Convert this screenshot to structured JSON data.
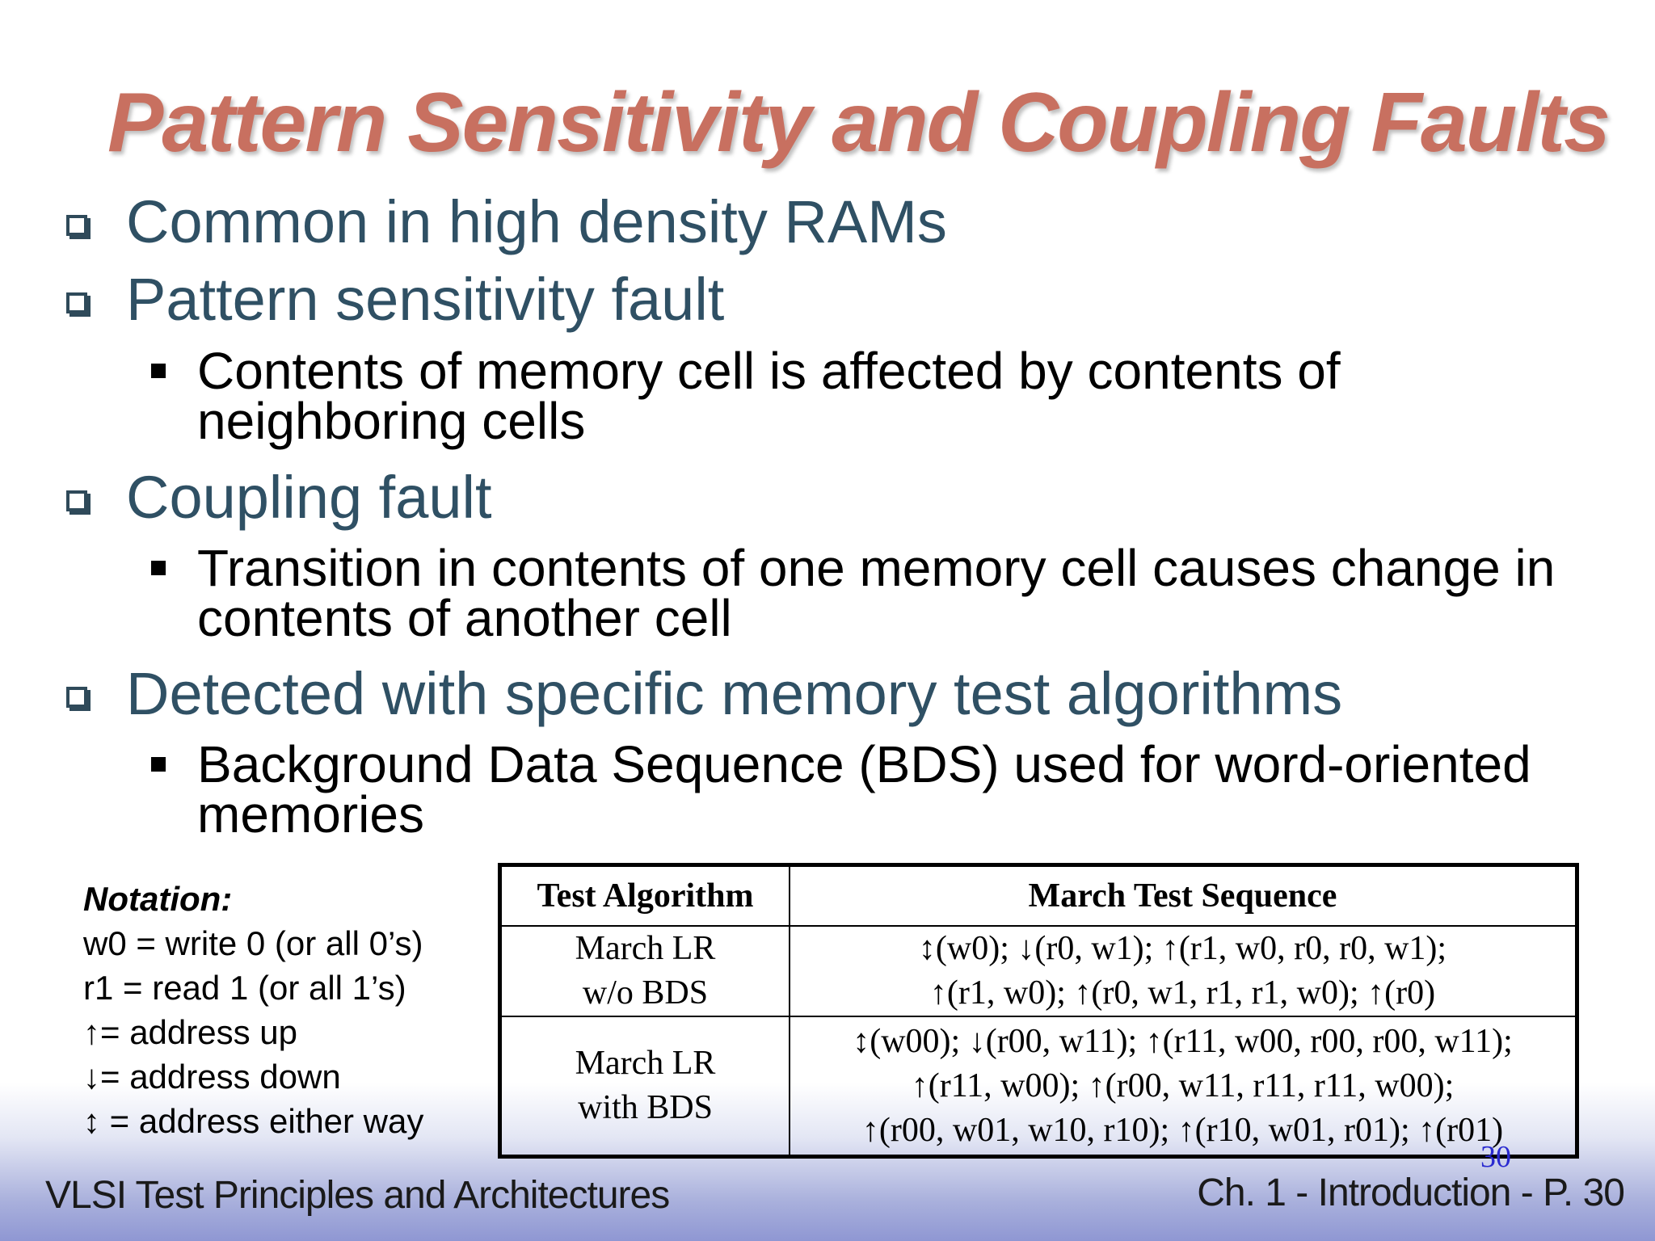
{
  "title": "Pattern Sensitivity and Coupling Faults",
  "bullets": [
    {
      "text": "Common in high density RAMs"
    },
    {
      "text": "Pattern sensitivity fault",
      "sub": "Contents of memory cell is affected by contents of neighboring cells"
    },
    {
      "text": "Coupling fault",
      "sub": "Transition in contents of one memory cell causes change in contents of another cell"
    },
    {
      "text": "Detected with specific memory test algorithms",
      "sub": "Background Data Sequence (BDS) used for word-oriented memories"
    }
  ],
  "notation": {
    "heading": "Notation:",
    "lines": [
      "w0 = write 0 (or all 0’s)",
      "r1 = read 1 (or all 1’s)",
      "↑= address up",
      "↓= address down",
      "↕ = address either way"
    ]
  },
  "table": {
    "headers": [
      "Test Algorithm",
      "March Test Sequence"
    ],
    "rows": [
      {
        "algorithm": [
          "March LR",
          "w/o BDS"
        ],
        "sequence": [
          "↕(w0); ↓(r0, w1); ↑(r1, w0, r0, r0, w1);",
          "↑(r1, w0); ↑(r0, w1, r1, r1, w0); ↑(r0)"
        ]
      },
      {
        "algorithm": [
          "March LR",
          "with BDS"
        ],
        "sequence": [
          "↕(w00); ↓(r00, w11); ↑(r11, w00, r00, r00, w11);",
          "↑(r11, w00); ↑(r00, w11, r11, r11, w00);",
          "↑(r00, w01, w10, r10); ↑(r10, w01, r01); ↑(r01)"
        ]
      }
    ]
  },
  "page_number": "30",
  "footer": {
    "left": "VLSI Test Principles and Architectures",
    "right": "Ch. 1 - Introduction - P. 30"
  },
  "colors": {
    "title": "#c87060",
    "bullet_l1": "#2f5064",
    "page_number": "#2a2ad0"
  }
}
